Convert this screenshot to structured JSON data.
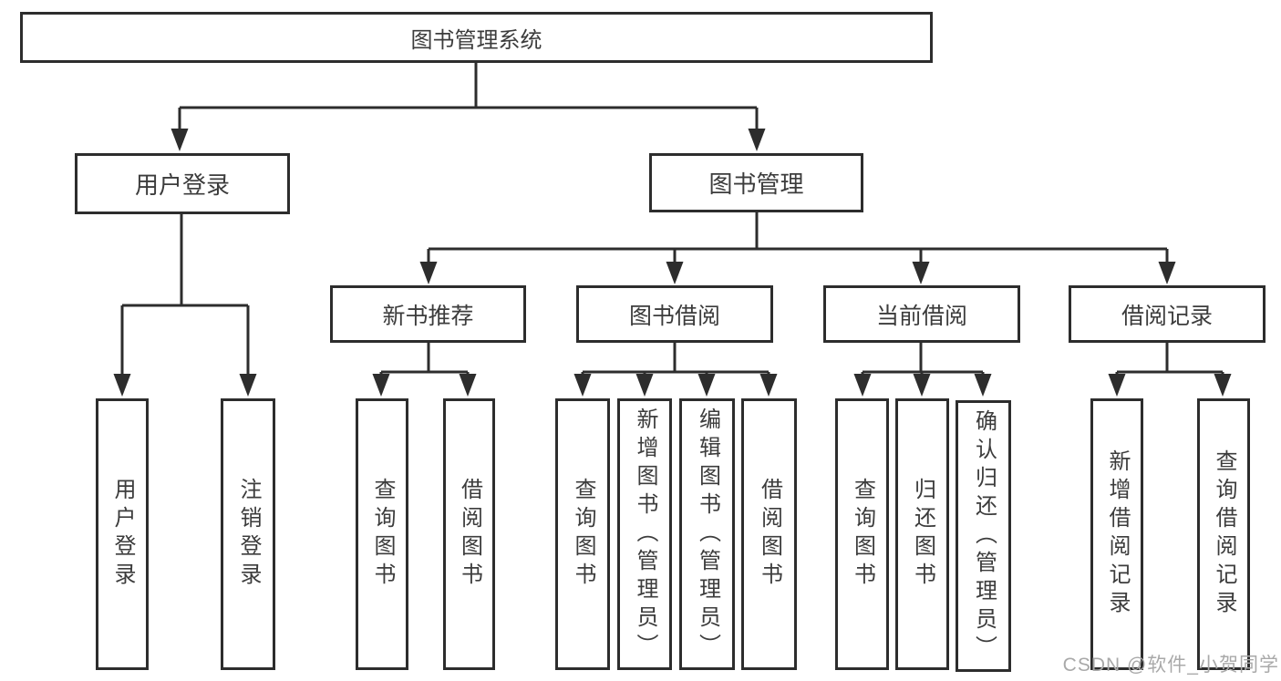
{
  "diagram": {
    "root": {
      "label": "图书管理系统"
    },
    "level2": [
      {
        "label": "用户登录"
      },
      {
        "label": "图书管理"
      }
    ],
    "level3": [
      {
        "label": "新书推荐",
        "parent": "图书管理"
      },
      {
        "label": "图书借阅",
        "parent": "图书管理"
      },
      {
        "label": "当前借阅",
        "parent": "图书管理"
      },
      {
        "label": "借阅记录",
        "parent": "图书管理"
      }
    ],
    "leaves": [
      {
        "group": "用户登录",
        "label": "用户登录"
      },
      {
        "group": "用户登录",
        "label": "注销登录"
      },
      {
        "group": "新书推荐",
        "label": "查询图书"
      },
      {
        "group": "新书推荐",
        "label": "借阅图书"
      },
      {
        "group": "图书借阅",
        "label": "查询图书"
      },
      {
        "group": "图书借阅",
        "label": "新增图书（管理员）"
      },
      {
        "group": "图书借阅",
        "label": "编辑图书（管理员）"
      },
      {
        "group": "图书借阅",
        "label": "借阅图书"
      },
      {
        "group": "当前借阅",
        "label": "查询图书"
      },
      {
        "group": "当前借阅",
        "label": "归还图书"
      },
      {
        "group": "当前借阅",
        "label": "确认归还（管理员）"
      },
      {
        "group": "借阅记录",
        "label": "新增借阅记录"
      },
      {
        "group": "借阅记录",
        "label": "查询借阅记录"
      }
    ],
    "watermark": "CSDN @软件_小贺同学",
    "colors": {
      "line": "#2d2d2d",
      "box_border": "#2d2d2d",
      "text": "#3c3c3c",
      "watermark": "#a9a9a9",
      "background": "#ffffff"
    }
  }
}
